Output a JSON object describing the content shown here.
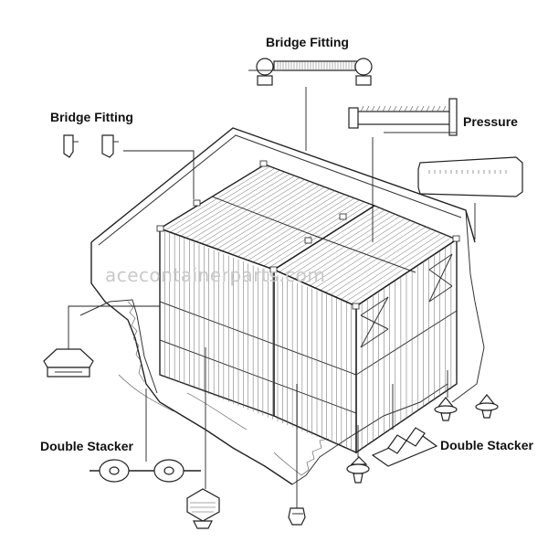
{
  "labels": {
    "bridge_fitting_top": "Bridge Fitting",
    "bridge_fitting_left": "Bridge Fitting",
    "pressure": "Pressure",
    "double_stacker_left": "Double Stacker",
    "double_stacker_right": "Double Stacker"
  },
  "watermark": "acecontainerparts.com",
  "parts": [
    {
      "name": "bridge-fitting-bar",
      "icon": "bridge-fitting-icon"
    },
    {
      "name": "bridge-fitting-clips",
      "icon": "clip-icon"
    },
    {
      "name": "pressure-bar",
      "icon": "tension-bar-icon"
    },
    {
      "name": "pressure-pad",
      "icon": "pressure-pad-icon"
    },
    {
      "name": "stacking-cone",
      "icon": "cone-icon"
    },
    {
      "name": "double-stacker",
      "icon": "double-stacker-icon"
    },
    {
      "name": "twistlock",
      "icon": "twistlock-icon"
    }
  ]
}
